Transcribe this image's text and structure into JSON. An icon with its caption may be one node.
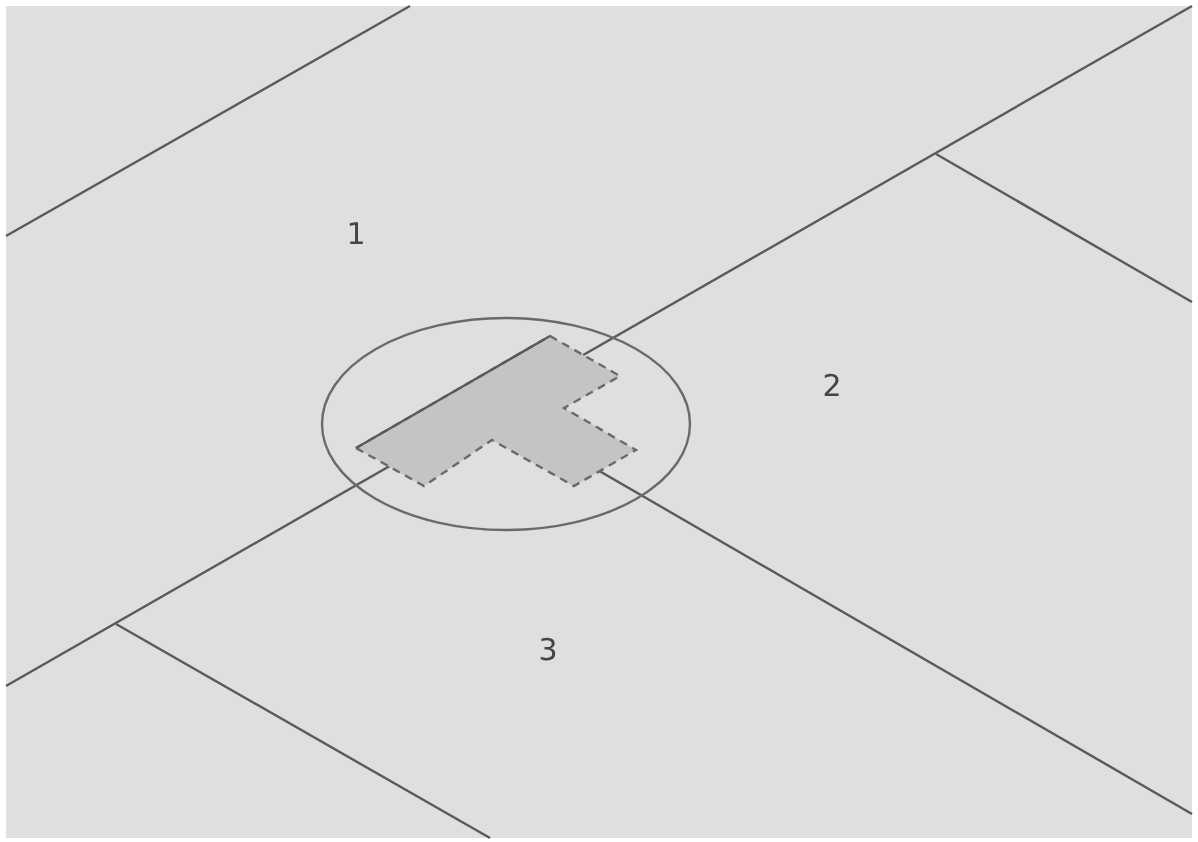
{
  "diagram": {
    "labels": [
      "1",
      "2",
      "3"
    ]
  }
}
